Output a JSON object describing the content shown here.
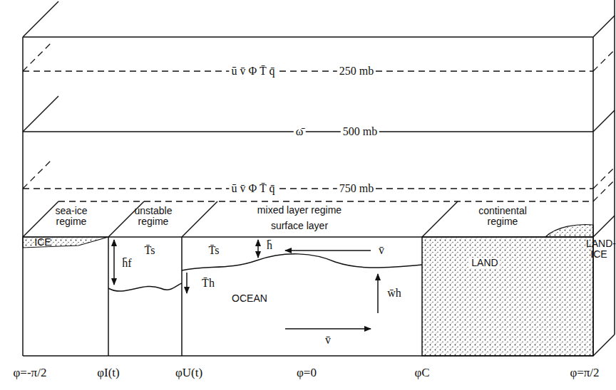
{
  "diagram": {
    "labels": [
      "ū v̄ Φ T̄ q̄",
      "250 mb",
      "ω̄",
      "500 mb",
      "ū v̄ Φ T̄ q̄",
      "750 mb",
      "sea-ice regime",
      "unstable regime",
      "mixed layer regime",
      "continental regime",
      "surface layer",
      "ICE",
      "LAND-ICE",
      "LAND",
      "OCEAN",
      "h̄f",
      "T̄s",
      "T̄s",
      "h̄",
      "v̄",
      "T̄h",
      "v̄",
      "w̄h",
      "φ=-π/2",
      "φI(t)",
      "φU(t)",
      "φ=0",
      "φC",
      "φ=π/2"
    ]
  }
}
